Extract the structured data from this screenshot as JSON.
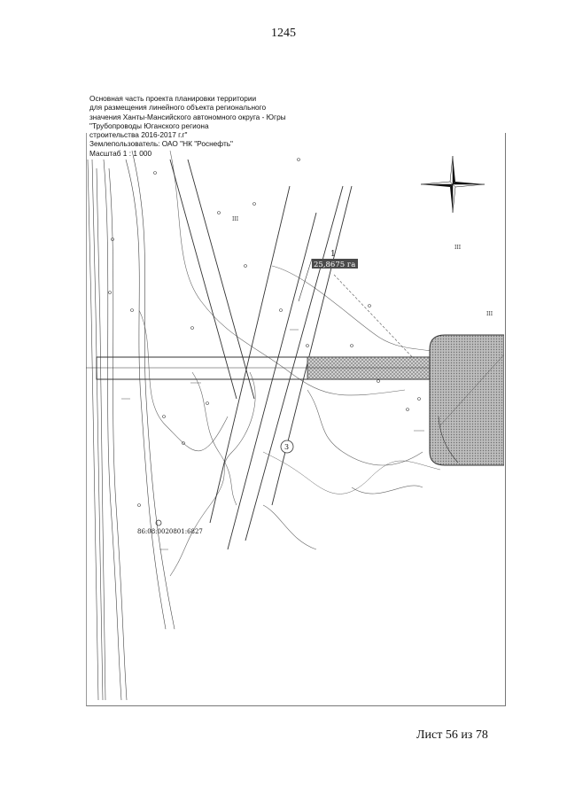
{
  "page_number": "1245",
  "title": {
    "lines": [
      "Основная часть проекта планировки территории",
      "для размещения линейного объекта регионального",
      "значения Ханты-Мансийского автономного округа - Югры",
      "\"Трубопроводы Юганского региона",
      "строительства 2016-2017 г.г\"",
      "Землепользователь: ОАО \"НК \"Роснефть\"",
      "Масштаб 1 : 1 000"
    ]
  },
  "map": {
    "zone_number": "1",
    "area_label": "25,8675 га",
    "parcel_cadastral": "86:08:0020801:6827",
    "point_label_3": "3",
    "land_category_marks": [
      "III",
      "III",
      "III"
    ],
    "colors": {
      "line": "#333333",
      "label_bg": "#4a4a4a",
      "label_text": "#ffffff",
      "hatch": "#7a7a7a"
    },
    "compass_icon": "north-arrow-icon"
  },
  "footer": {
    "sheet_label": "Лист 56 из 78"
  }
}
